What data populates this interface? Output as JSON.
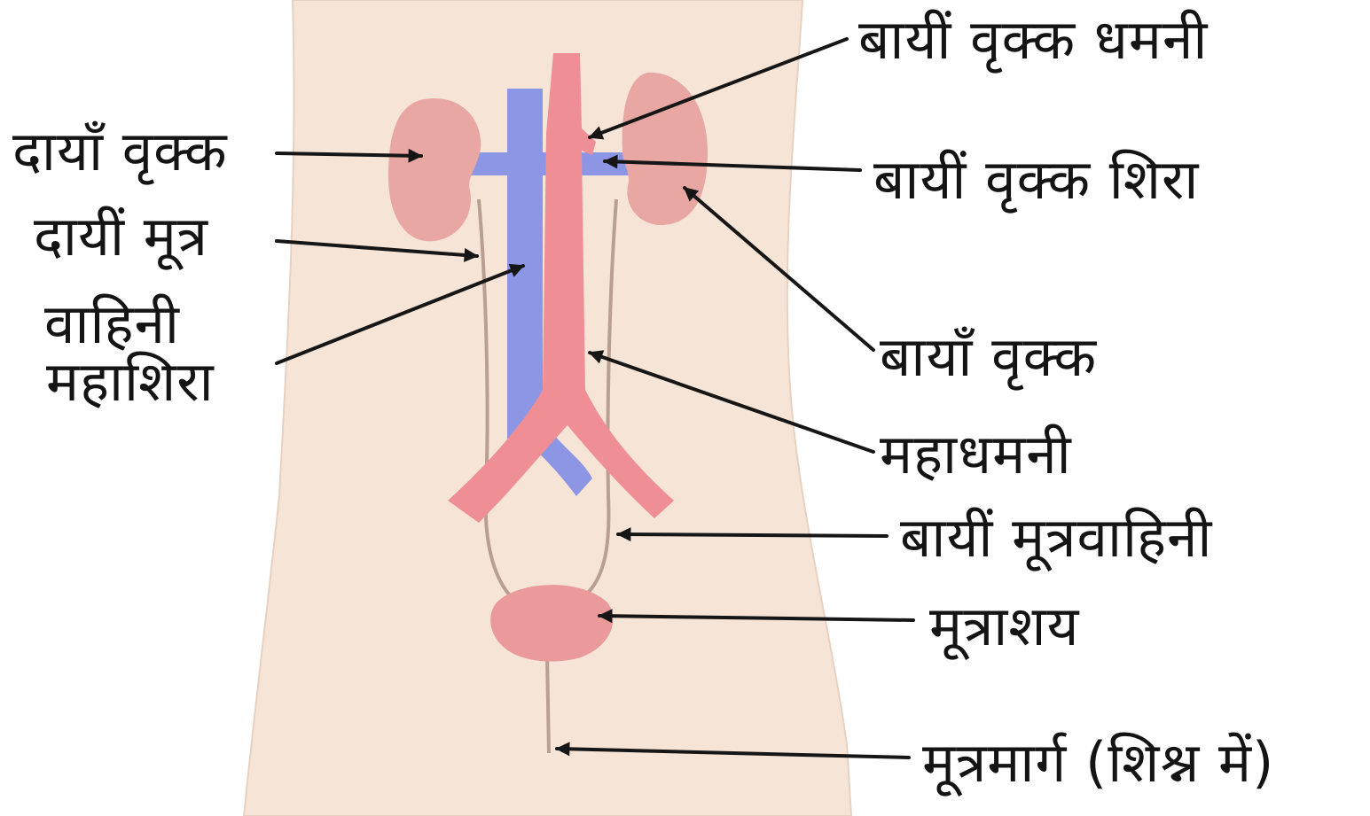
{
  "labels": {
    "right_kidney": "दायाँ वृक्क",
    "right_ureter_1": "दायीं मूत्र",
    "right_ureter_2": "वाहिनी",
    "vena_cava": "महाशिरा",
    "left_renal_artery": "बायीं वृक्क धमनी",
    "left_renal_vein": "बायीं वृक्क शिरा",
    "left_kidney": "बायाँ वृक्क",
    "aorta": "महाधमनी",
    "left_ureter": "बायीं मूत्रवाहिनी",
    "bladder": "मूत्राशय",
    "urethra": "मूत्रमार्ग (शिश्न में)"
  },
  "colors": {
    "body": "#f6e4d6",
    "kidney": "#e8a7a2",
    "artery": "#ef8f95",
    "vein": "#8d96e4",
    "bladder": "#eb9a9c",
    "leader": "#161616"
  }
}
